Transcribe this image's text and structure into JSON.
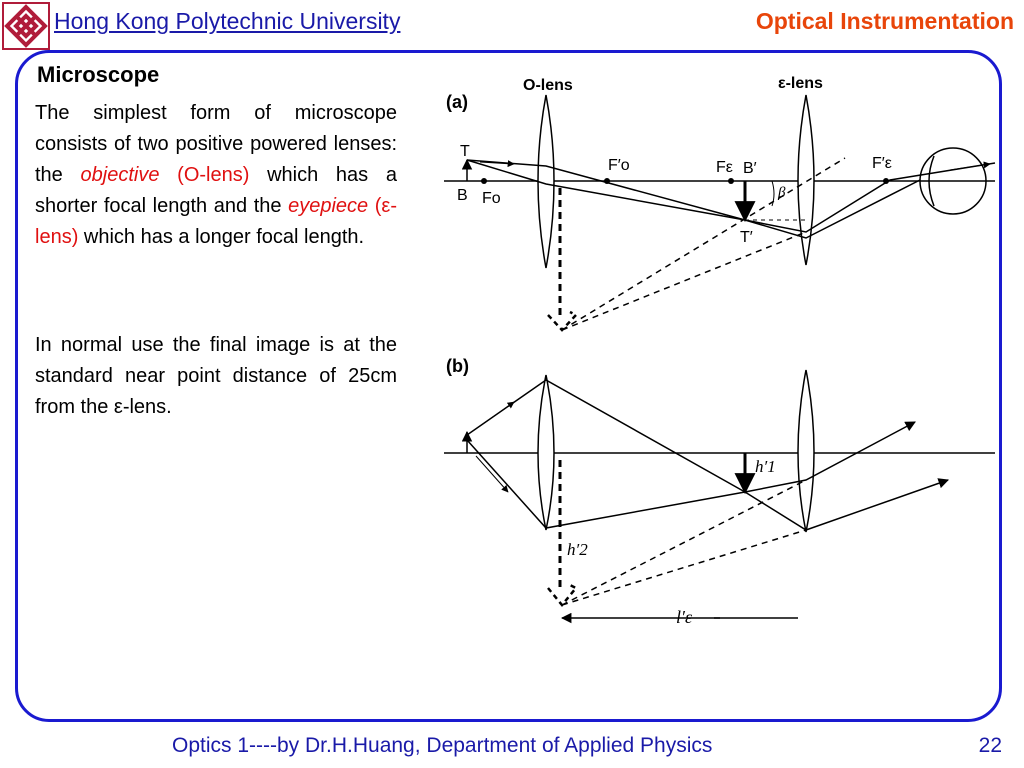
{
  "header": {
    "university": "Hong Kong Polytechnic University",
    "course_title": "Optical Instrumentation"
  },
  "slide": {
    "section_title": "Microscope",
    "para1": {
      "t1": "The simplest form of microscope consists of two positive powered lenses: the ",
      "objective": "objective",
      "olens": " (O-lens)",
      "t2": " which has a shorter focal length and the ",
      "eyepiece": "eyepiece",
      "elens": " (ε-lens)",
      "t3": " which has a longer focal length."
    },
    "para2": "In normal use the final image is at the standard near point distance of 25cm from the ε-lens."
  },
  "diagram": {
    "panel_a": {
      "label": "(a)",
      "o_lens_label": "O-lens",
      "e_lens_label": "ε-lens",
      "T": "T",
      "B": "B",
      "Fo": "Fo",
      "Fo_prime": "F′o",
      "Fe": "Fε",
      "B_prime": "B′",
      "Fe_prime": "F′ε",
      "beta": "β",
      "T_prime": "T′"
    },
    "panel_b": {
      "label": "(b)",
      "h1": "h′1",
      "h2": "h′2",
      "le": "l′ε"
    }
  },
  "footer": {
    "credit": "Optics 1----by Dr.H.Huang, Department of Applied Physics",
    "page": "22"
  },
  "colors": {
    "accent_blue": "#1a1ad0",
    "title_orange": "#e8450a",
    "highlight_red": "#e01010",
    "logo_red": "#b01c3a"
  }
}
